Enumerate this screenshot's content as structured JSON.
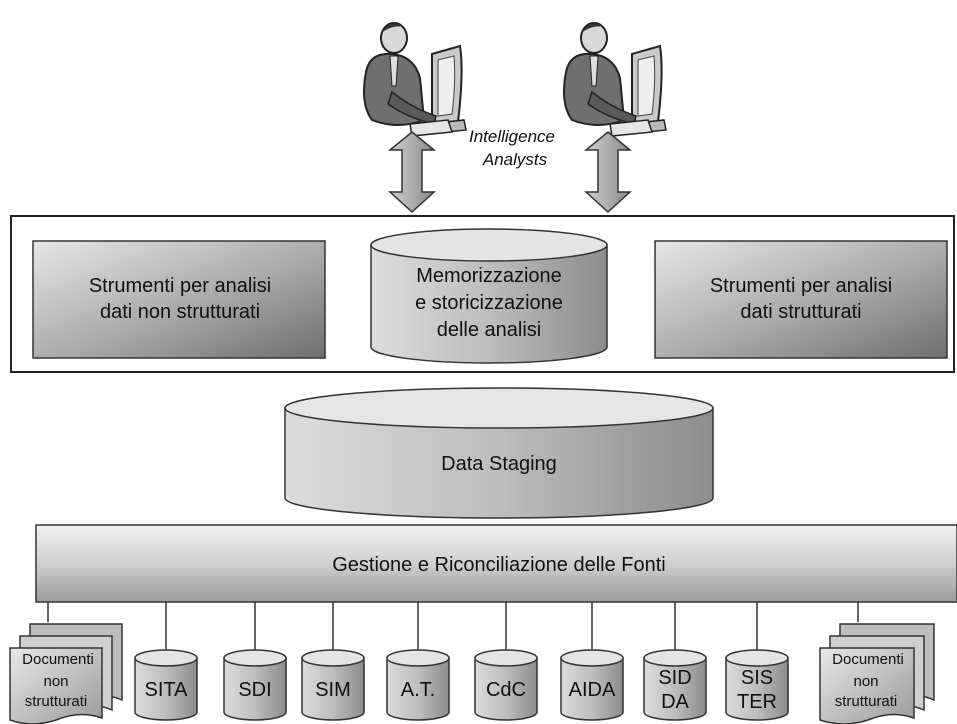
{
  "analysts": {
    "label_line1": "Intelligence",
    "label_line2": "Analysts"
  },
  "analysis_layer": {
    "left_box": {
      "line1": "Strumenti per analisi",
      "line2": "dati non strutturati"
    },
    "center_db": {
      "line1": "Memorizzazione",
      "line2": "e storicizzazione",
      "line3": "delle analisi"
    },
    "right_box": {
      "line1": "Strumenti per analisi",
      "line2": "dati strutturati"
    }
  },
  "staging": {
    "label": "Data Staging"
  },
  "reconciliation": {
    "label": "Gestione e Riconciliazione delle Fonti"
  },
  "sources": {
    "doc_left": {
      "line1": "Documenti",
      "line2": "non",
      "line3": "strutturati"
    },
    "doc_right": {
      "line1": "Documenti",
      "line2": "non",
      "line3": "strutturati"
    },
    "databases": [
      {
        "line1": "SITA",
        "line2": ""
      },
      {
        "line1": "SDI",
        "line2": ""
      },
      {
        "line1": "SIM",
        "line2": ""
      },
      {
        "line1": "A.T.",
        "line2": ""
      },
      {
        "line1": "CdC",
        "line2": ""
      },
      {
        "line1": "AIDA",
        "line2": ""
      },
      {
        "line1": "SID",
        "line2": "DA"
      },
      {
        "line1": "SIS",
        "line2": "TER"
      }
    ]
  }
}
